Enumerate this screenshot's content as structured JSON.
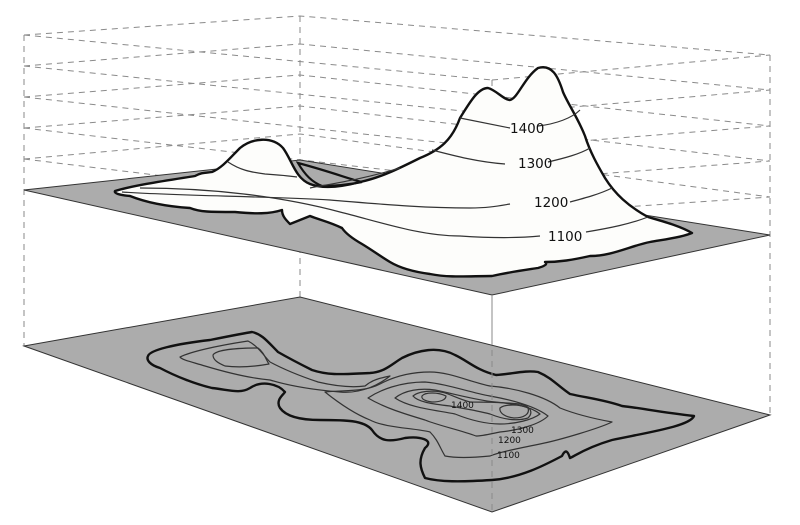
{
  "figure": {
    "description": "Block diagram: 3D terrain model above its projected topographic contour map",
    "colors": {
      "plane_fill": "#acacac",
      "terrain_fill": "#fdfdfb",
      "outline": "#111111",
      "guide_lines": "#8a8a8a",
      "background": "#ffffff"
    }
  },
  "terrain_model": {
    "contour_labels": [
      "1400",
      "1300",
      "1200",
      "1100"
    ]
  },
  "contour_map": {
    "contour_labels": [
      "1400",
      "1300",
      "1200",
      "1100"
    ]
  }
}
